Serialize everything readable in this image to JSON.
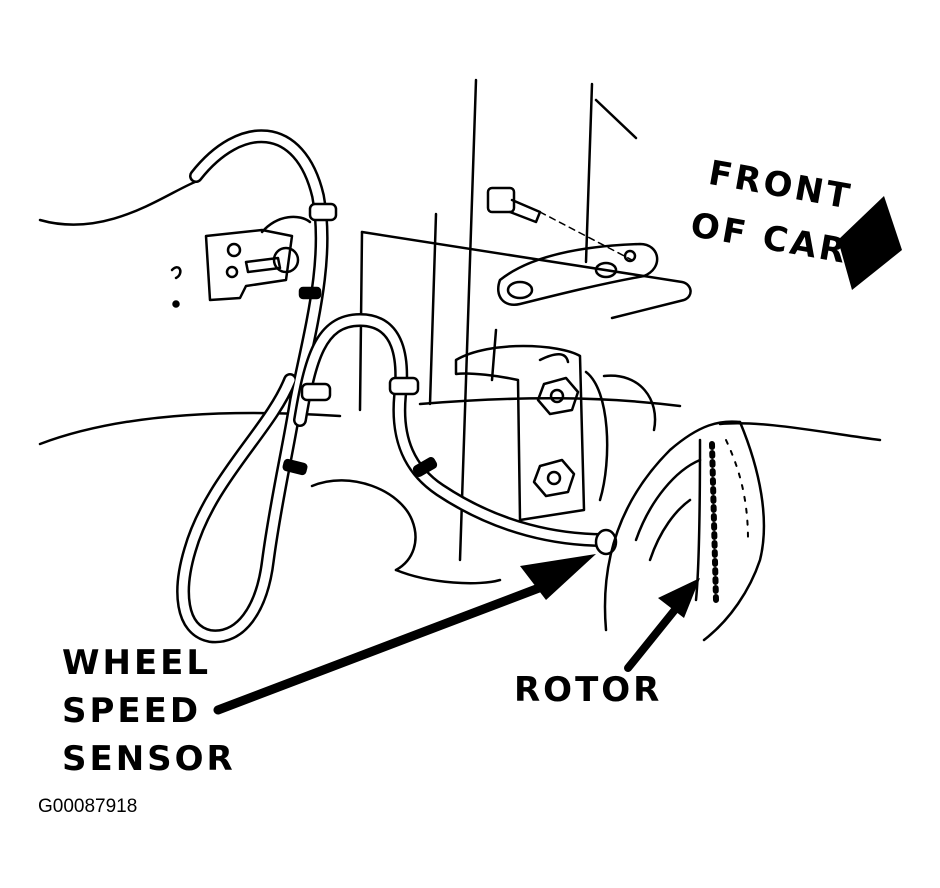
{
  "labels": {
    "front_line1": "FRONT",
    "front_line2": "OF CAR",
    "sensor_line1": "WHEEL",
    "sensor_line2": "SPEED",
    "sensor_line3": "SENSOR",
    "rotor": "ROTOR"
  },
  "figure_code": "G00087918"
}
